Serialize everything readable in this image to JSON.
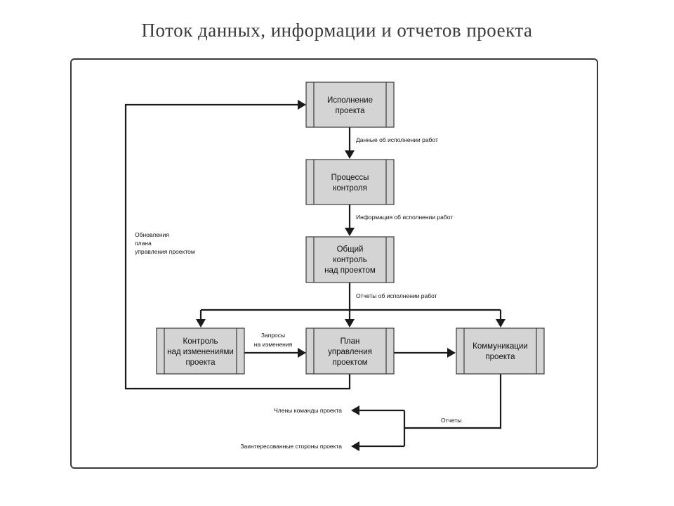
{
  "title": "Поток данных, информации и отчетов проекта",
  "nodes": {
    "execution": [
      "Исполнение",
      "проекта"
    ],
    "control_processes": [
      "Процессы",
      "контроля"
    ],
    "overall_control": [
      "Общий",
      "контроль",
      "над проектом"
    ],
    "change_control": [
      "Контроль",
      "над изменениями",
      "проекта"
    ],
    "management_plan": [
      "План",
      "управления",
      "проектом"
    ],
    "communications": [
      "Коммуникации",
      "проекта"
    ]
  },
  "edge_labels": {
    "work_performance_data": "Данные об исполнении работ",
    "work_performance_info": "Информация об исполнении работ",
    "work_performance_reports": "Отчеты об исполнении работ",
    "change_requests": [
      "Запросы",
      "на изменения"
    ],
    "plan_updates": [
      "Обновления",
      "плана",
      "управления проектом"
    ],
    "reports": "Отчеты",
    "team_members": "Члены команды проекта",
    "stakeholders": "Заинтересованные стороны проекта"
  },
  "colors": {
    "node_fill": "#d4d4d4",
    "stroke": "#3a3a3a",
    "arrow": "#1a1a1a"
  }
}
